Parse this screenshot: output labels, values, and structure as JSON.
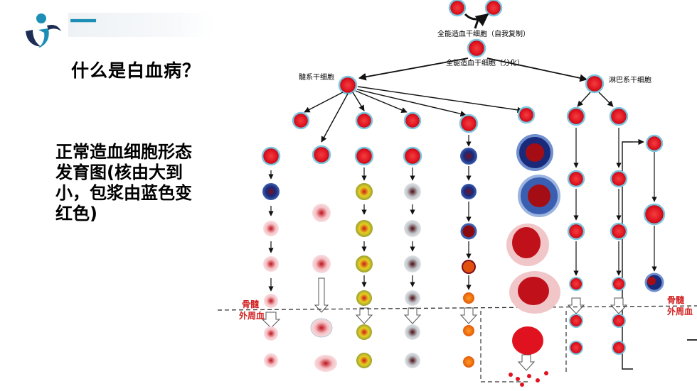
{
  "header": {
    "number": "一"
  },
  "question": "什么是白血病？",
  "side_text": "正常造血细胞形态发育图(核由大到小，包浆由蓝色变红色)",
  "diagram": {
    "top_label_1": "全能造血干细胞（自我复制）",
    "top_label_2": "全能造血干细胞（分化）",
    "myeloid_label": "髓系干细胞",
    "lymphoid_label": "淋巴系干细胞",
    "boundary_left": [
      "骨髓",
      "外周血"
    ],
    "boundary_right": [
      "骨髓",
      "外周血"
    ]
  },
  "colors": {
    "accent": "#1d8fb6",
    "logo_dark": "#1e2d55",
    "cell_red": "#e0121f",
    "cell_dark": "#8a0a10",
    "cell_ring": "#7cc6e0",
    "boundary_text": "#d22020"
  }
}
